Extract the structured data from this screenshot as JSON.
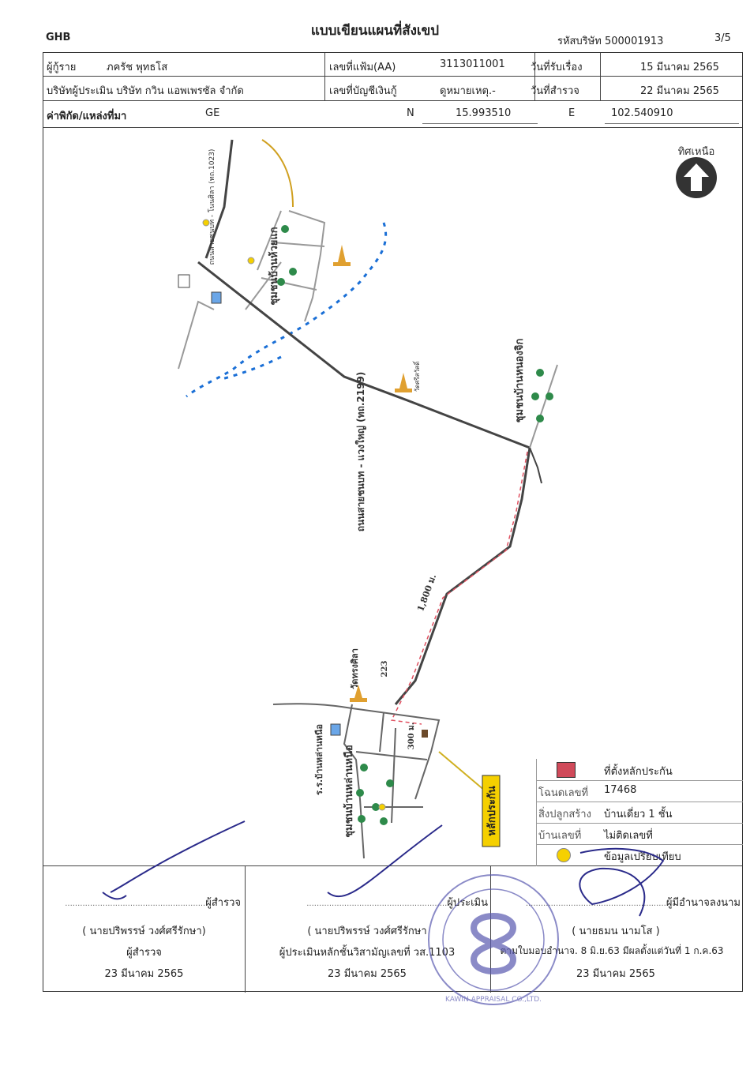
{
  "header": {
    "code": "GHB",
    "title": "แบบเขียนแผนที่สังเขป",
    "company_code": "รหัสบริษัท 500001913",
    "page": "3/5"
  },
  "info": {
    "borrower_label": "ผู้กู้ราย",
    "borrower_name": "ภครัช พุทธโส",
    "file_no_label": "เลขที่แฟ้ม(AA)",
    "file_no": "3113011001",
    "received_label": "วันที่รับเรื่อง",
    "received_date": "15 มีนาคม 2565",
    "appraiser_company": "บริษัทผู้ประเมิน บริษัท กวิน แอพเพรซัล จำกัด",
    "account_label": "เลขที่บัญชีเงินกู้",
    "account_value": "ดูหมายเหตุ.-",
    "survey_label": "วันที่สำรวจ",
    "survey_date": "22 มีนาคม 2565",
    "coord_label": "ค่าพิกัด/แหล่งที่มา",
    "coord_source": "GE",
    "n_label": "N",
    "n_value": "15.993510",
    "e_label": "E",
    "e_value": "102.540910"
  },
  "map": {
    "north_label": "ทิศเหนือ",
    "road_main": "ถนนสายชนบท - แวงใหญ่ (ทถ.2199)",
    "road_north": "ถนนสายชนบท - โนนศิลา (ทถ.1023)",
    "village_north": "ชุมชนบ้านห้วยแก",
    "village_east": "ชุมชนบ้านหนองจิก",
    "village_south": "ชุมชนบ้านหล่านหนือ",
    "temple_1": "วัดศรีสวัสดิ์",
    "temple_2": "วัดทรงศิลา",
    "school": "ร.ร.บ้านหล่านหนือ",
    "distance_long": "1,800 ม.",
    "distance_short": "300 ม.",
    "collateral_label": "หลักประกัน",
    "km_223": "223",
    "color_road": "#444444",
    "color_route": "#e05060",
    "color_water": "#1a6fd6",
    "color_collateral": "#f5d000"
  },
  "legend": {
    "collateral_location": "ที่ตั้งหลักประกัน",
    "deed_label": "โฉนดเลขที่",
    "deed_value": "17468",
    "building_label": "สิ่งปลูกสร้าง",
    "building_value": "บ้านเดี่ยว 1 ชั้น",
    "house_no_label": "บ้านเลขที่",
    "house_no_value": "ไม่ติดเลขที่",
    "comparable": "ข้อมูลเปรียบเทียบ",
    "color_collateral_box": "#d04a5a",
    "color_comparable": "#f5d000"
  },
  "signatures": {
    "dots": "........................................................",
    "surveyor_role": "ผู้สำรวจ",
    "surveyor_name": "( นายปริพรรษ์ วงศ์ศรีรักษา)",
    "surveyor_title": "ผู้สำรวจ",
    "surveyor_date": "23 มีนาคม 2565",
    "appraiser_role": "ผู้ประเมิน",
    "appraiser_name": "( นายปริพรรษ์ วงศ์ศรีรักษา",
    "appraiser_title": "ผู้ประเมินหลักชั้นวิสามัญเลขที่ วส.1103",
    "appraiser_date": "23 มีนาคม 2565",
    "authorized_role": "ผู้มีอำนาจลงนาม",
    "authorized_name": "( นายธมน นามโส )",
    "authorized_title": "ตามใบมอบอำนาจ. 8 มิ.ย.63 มีผลตั้งแต่วันที่ 1 ก.ค.63",
    "authorized_date": "23 มีนาคม 2565",
    "stamp_text": "KAWIN APPRAISAL CO.,LTD."
  }
}
